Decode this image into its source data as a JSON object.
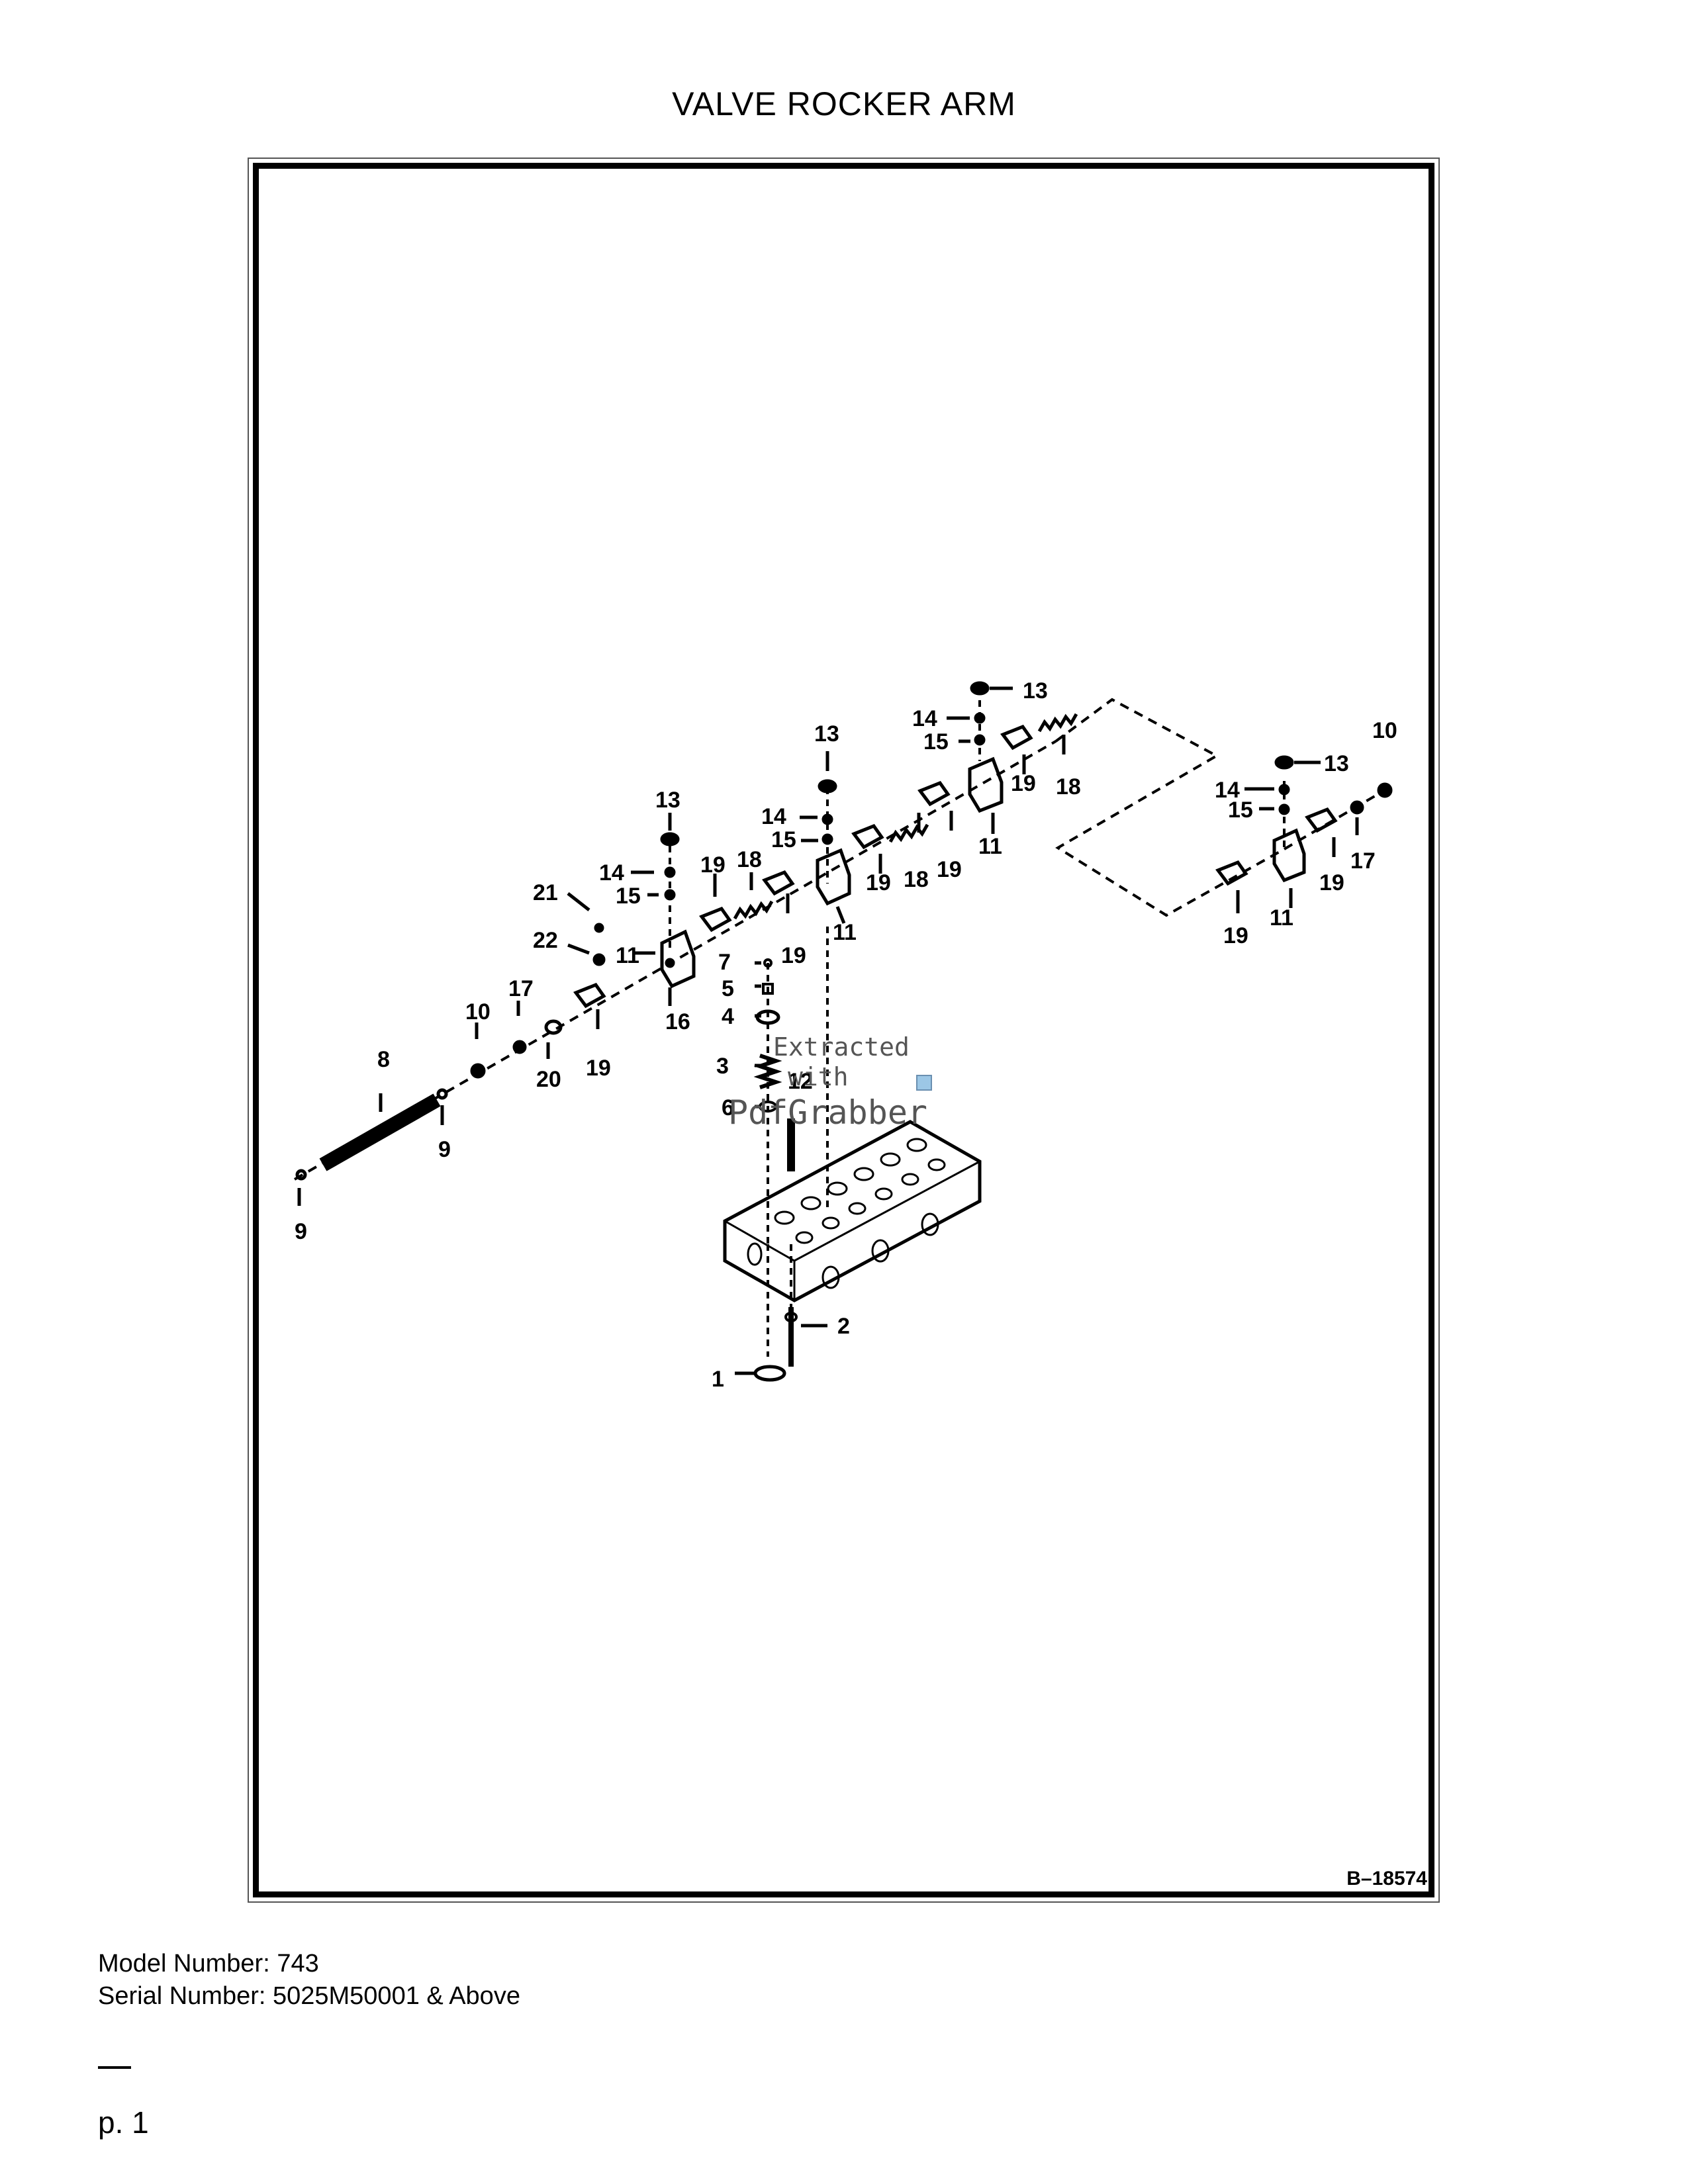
{
  "page": {
    "title": "VALVE ROCKER ARM",
    "figure_id": "B–18574",
    "model_number": "Model Number: 743",
    "serial_number": "Serial Number: 5025M50001 & Above",
    "page_number": "p. 1"
  },
  "watermark": {
    "line1": "Extracted",
    "line2": "with",
    "line3": "PdfGrabber"
  },
  "callouts": [
    "1",
    "2",
    "3",
    "4",
    "5",
    "6",
    "7",
    "8",
    "9",
    "9",
    "10",
    "10",
    "11",
    "11",
    "11",
    "11",
    "12",
    "13",
    "13",
    "13",
    "13",
    "14",
    "14",
    "14",
    "14",
    "15",
    "15",
    "15",
    "15",
    "16",
    "17",
    "17",
    "18",
    "18",
    "18",
    "19",
    "19",
    "19",
    "19",
    "19",
    "19",
    "19",
    "19",
    "20",
    "21",
    "22"
  ]
}
